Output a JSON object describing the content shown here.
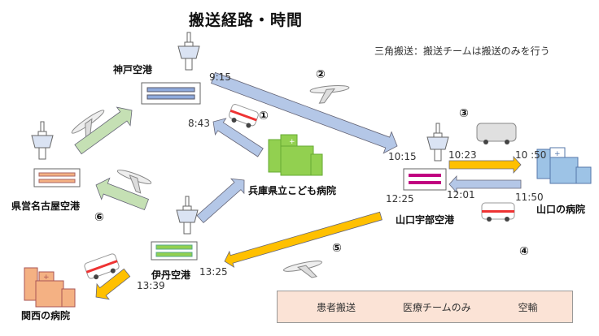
{
  "title": "搬送経路・時間",
  "note": "三角搬送：搬送チームは搬送のみを行う",
  "locations": {
    "kobe_airport": "神戸空港",
    "nagoya_airport": "県営名古屋空港",
    "itami_airport": "伊丹空港",
    "yamaguchi_airport": "山口宇部空港",
    "hyogo_hospital": "兵庫県立こども病院",
    "yamaguchi_hospital": "山口の病院",
    "kansai_hospital": "関西の病院"
  },
  "times": {
    "t0843": "8:43",
    "t0915": "9:15",
    "t1015": "10:15",
    "t1023": "10:23",
    "t1050": "10 :50",
    "t1150": "11:50",
    "t1201": "12:01",
    "t1225": "12:25",
    "t1325": "13:25",
    "t1339": "13:39"
  },
  "steps": [
    "①",
    "②",
    "③",
    "④",
    "⑤",
    "⑥"
  ],
  "legend": [
    {
      "label": "患者搬送",
      "color": "#ffc000"
    },
    {
      "label": "医療チームのみ",
      "color": "#b4c7e7"
    },
    {
      "label": "空輸",
      "color": "#c5e0b4"
    }
  ],
  "colors": {
    "patient": "#ffc000",
    "team": "#b4c7e7",
    "air": "#c5e0b4",
    "kobe_bars": "#8faadc",
    "nagoya_bars": "#f4b183",
    "itami_bars": "#92d050",
    "yamaguchi_bars": "#c00080"
  }
}
